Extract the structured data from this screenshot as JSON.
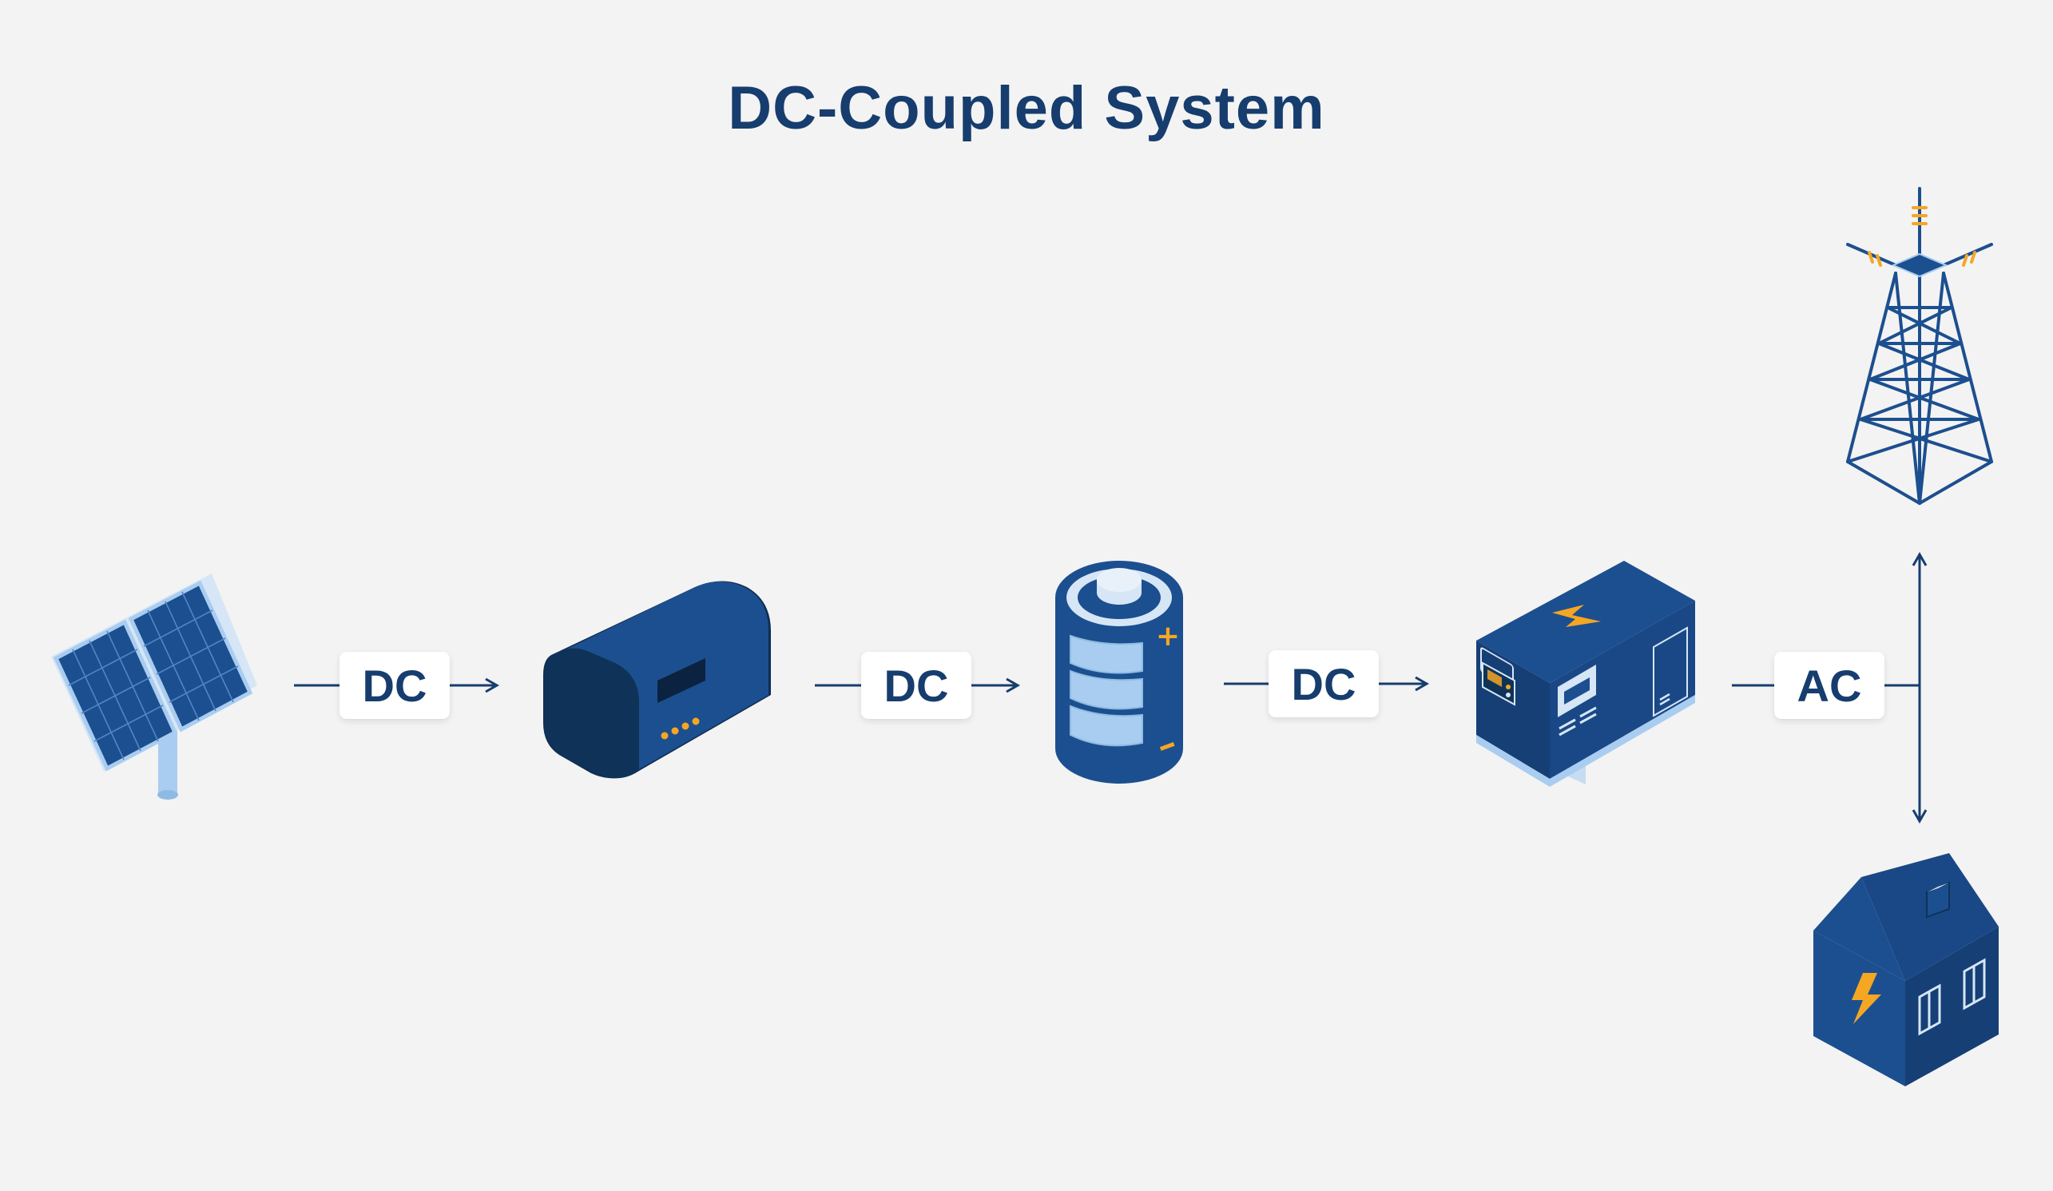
{
  "title": "DC-Coupled System",
  "connections": [
    {
      "label": "DC"
    },
    {
      "label": "DC"
    },
    {
      "label": "DC"
    },
    {
      "label": "AC"
    }
  ],
  "colors": {
    "background": "#f3f3f3",
    "primary": "#163d6e",
    "panel": "#1c4f8f",
    "accent": "#f5a623",
    "light": "#a9cdf0"
  },
  "icons": [
    "solar-panel-icon",
    "charge-controller-icon",
    "battery-icon",
    "inverter-icon",
    "transmission-tower-icon",
    "house-icon"
  ]
}
